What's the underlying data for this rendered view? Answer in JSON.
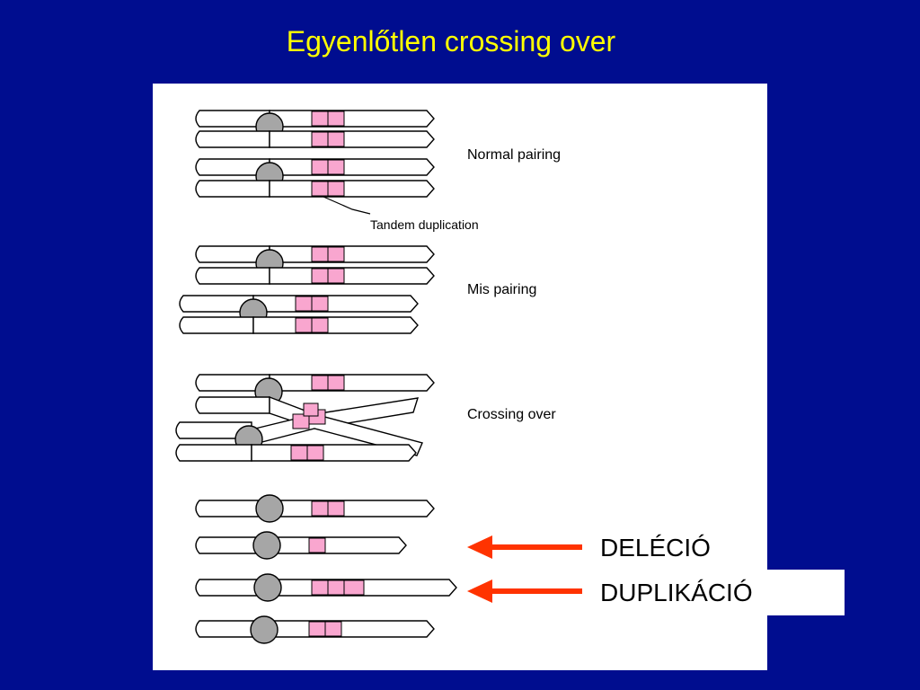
{
  "title": "Egyenlőtlen crossing over",
  "labels": {
    "normal_pairing": "Normal pairing",
    "tandem_duplication": "Tandem duplication",
    "mispairing": "Mis pairing",
    "crossing_over": "Crossing over"
  },
  "results": {
    "deletion": "DELÉCIÓ",
    "duplication": "DUPLIKÁCIÓ"
  },
  "colors": {
    "background": "#000d8f",
    "title": "#ffff00",
    "band": "#f9a6cf",
    "centromere": "#a6a6a6",
    "arrow": "#ff3300"
  },
  "icons": {
    "arrow": "arrow-left-icon"
  }
}
